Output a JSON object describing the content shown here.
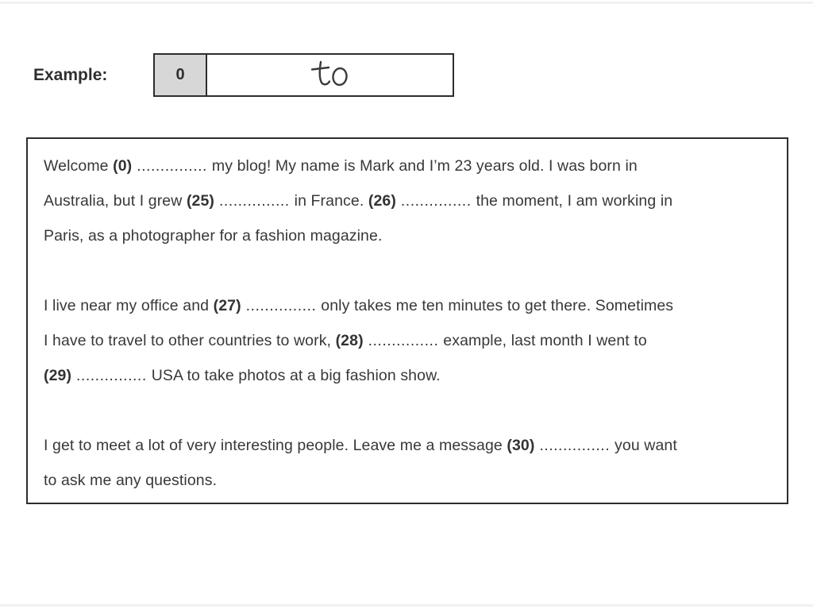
{
  "page": {
    "background": "#ffffff",
    "text_color": "#383838",
    "border_color": "#2d2d2d"
  },
  "example": {
    "label": "Example:",
    "number": "0",
    "answer": "to",
    "number_cell_bg": "#d7d7d7"
  },
  "passage": {
    "dots": "...............",
    "paragraphs": [
      {
        "lines": [
          [
            {
              "text": "Welcome "
            },
            {
              "gap": "(0)"
            },
            {
              "text": "my blog! My name is Mark and I’m 23 years old. I was born in"
            }
          ],
          [
            {
              "text": "Australia, but I grew "
            },
            {
              "gap": "(25)"
            },
            {
              "text": "in France. "
            },
            {
              "gap": "(26)"
            },
            {
              "text": "the moment, I am working in"
            }
          ],
          [
            {
              "text": "Paris, as a photographer for a fashion magazine."
            }
          ]
        ]
      },
      {
        "lines": [
          [
            {
              "text": "I live near my office and "
            },
            {
              "gap": "(27)"
            },
            {
              "text": "only takes me ten minutes to get there. Sometimes"
            }
          ],
          [
            {
              "text": "I have to travel to other countries to work, "
            },
            {
              "gap": "(28)"
            },
            {
              "text": "example, last month I went to"
            }
          ],
          [
            {
              "gap": "(29)"
            },
            {
              "text": "USA to take photos at a big fashion show."
            }
          ]
        ]
      },
      {
        "lines": [
          [
            {
              "text": "I get to meet a lot of very interesting people. Leave me a message "
            },
            {
              "gap": "(30)"
            },
            {
              "text": "you want"
            }
          ],
          [
            {
              "text": "to ask me any questions."
            }
          ]
        ]
      }
    ]
  }
}
